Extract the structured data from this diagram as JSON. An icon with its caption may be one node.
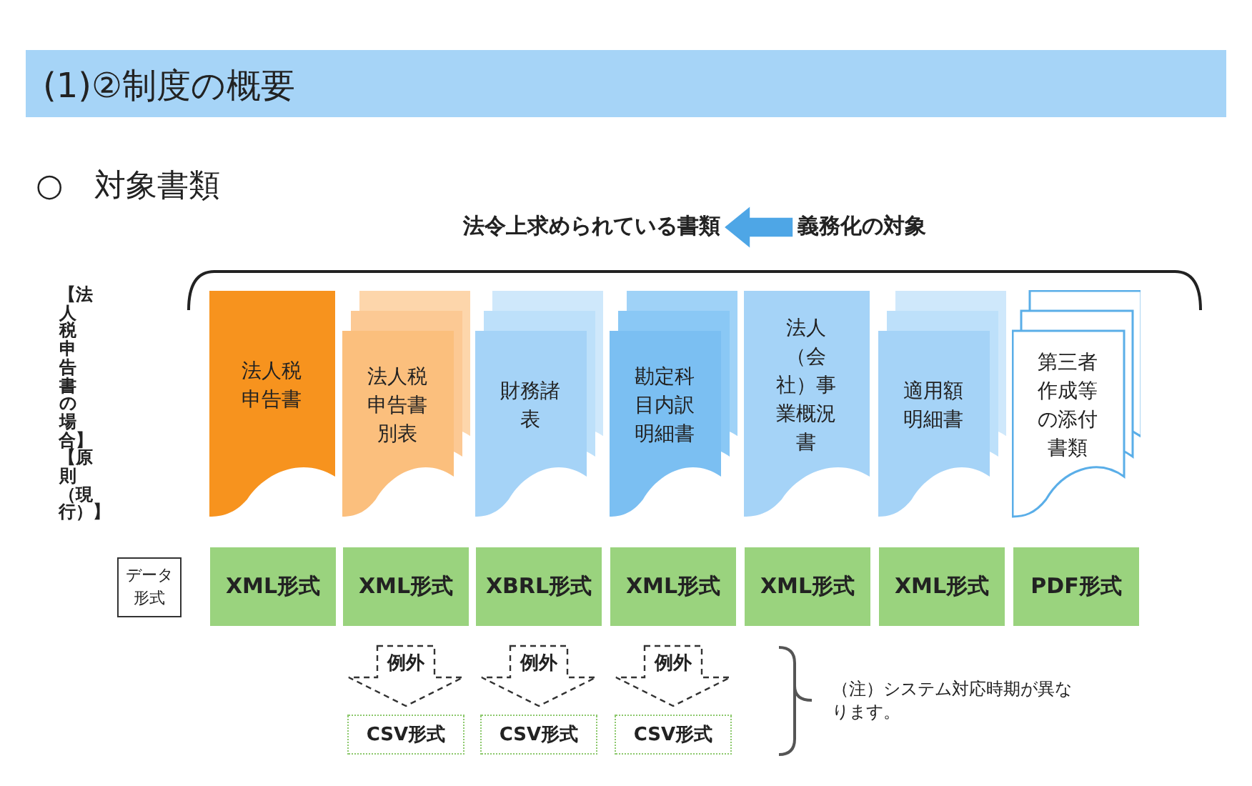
{
  "diagram": {
    "title": "(1)②制度の概要",
    "nodes": [
      {
        "text": [
          "法令上求められている書類"
        ]
      },
      {
        "text": [
          "義務化の対象"
        ]
      },
      {
        "text": [
          "法人税申告書"
        ]
      },
      {
        "text": [
          "法人税申告書別表"
        ]
      },
      {
        "text": [
          "財務諸表"
        ]
      },
      {
        "text": [
          "勘定科目内訳明細書"
        ]
      },
      {
        "text": [
          "法人（会社）事業概況書"
        ]
      },
      {
        "text": [
          "適用額明細書"
        ]
      },
      {
        "text": [
          "第三者作成等の添付書類"
        ]
      },
      {
        "text": [
          "データ形式"
        ]
      },
      {
        "text": [
          "XML形式"
        ]
      },
      {
        "text": [
          "XML形式"
        ]
      },
      {
        "text": [
          "XBRL形式"
        ]
      },
      {
        "text": [
          "XML形式"
        ]
      },
      {
        "text": [
          "XML形式"
        ]
      },
      {
        "text": [
          "XML形式"
        ]
      },
      {
        "text": [
          "PDF形式"
        ]
      },
      {
        "text": [
          "CSV形式"
        ]
      },
      {
        "text": [
          "CSV形式"
        ]
      },
      {
        "text": [
          "CSV形式"
        ]
      }
    ],
    "edges": [
      {
        "from": 1,
        "to": 0,
        "arrow": "to",
        "color": "#4ea6e6"
      },
      {
        "from": 11,
        "to": 17,
        "arrow": "to",
        "label": "例外",
        "style": "dashed"
      },
      {
        "from": 12,
        "to": 18,
        "arrow": "to",
        "label": "例外",
        "style": "dashed"
      },
      {
        "from": 13,
        "to": 19,
        "arrow": "to",
        "label": "例外",
        "style": "dashed"
      }
    ],
    "labels": [
      "○　対象書類",
      "【法人税申告書の場合】【原則（現行）】",
      "（注）システム対応時期が異なります。"
    ]
  }
}
